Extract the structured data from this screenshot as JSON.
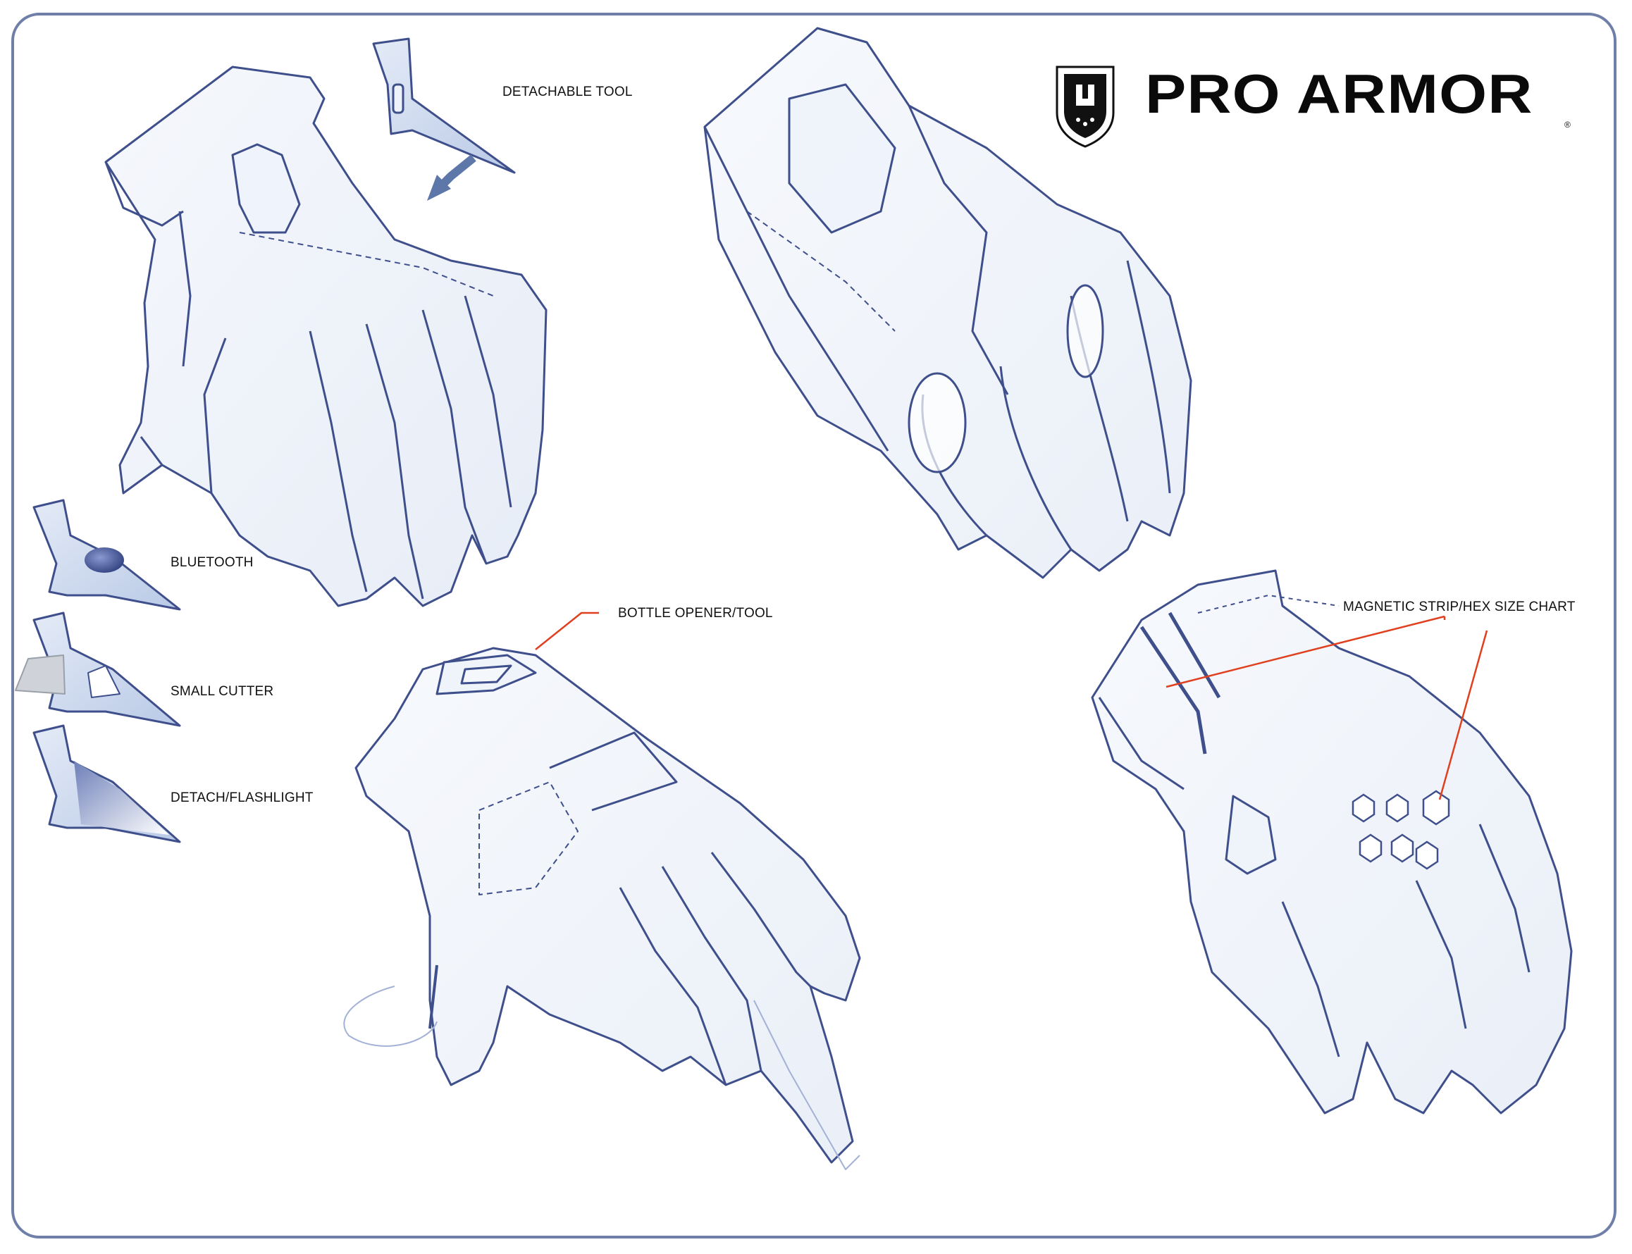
{
  "brand": {
    "name": "PRO ARMOR",
    "registered_mark": "®"
  },
  "callouts": {
    "detachable_tool": "DETACHABLE TOOL",
    "bluetooth": "BLUETOOTH",
    "small_cutter": "SMALL CUTTER",
    "detach_flashlight": "DETACH/FLASHLIGHT",
    "bottle_opener": "BOTTLE OPENER/TOOL",
    "magnetic_strip": "MAGNETIC STRIP/HEX SIZE CHART"
  },
  "colors": {
    "sketch_line": "#3e4f8c",
    "sketch_shade": "#c9d6ee",
    "leader_line": "#e0401f",
    "frame": "#6f7fa8",
    "arrow": "#5d77a8"
  }
}
